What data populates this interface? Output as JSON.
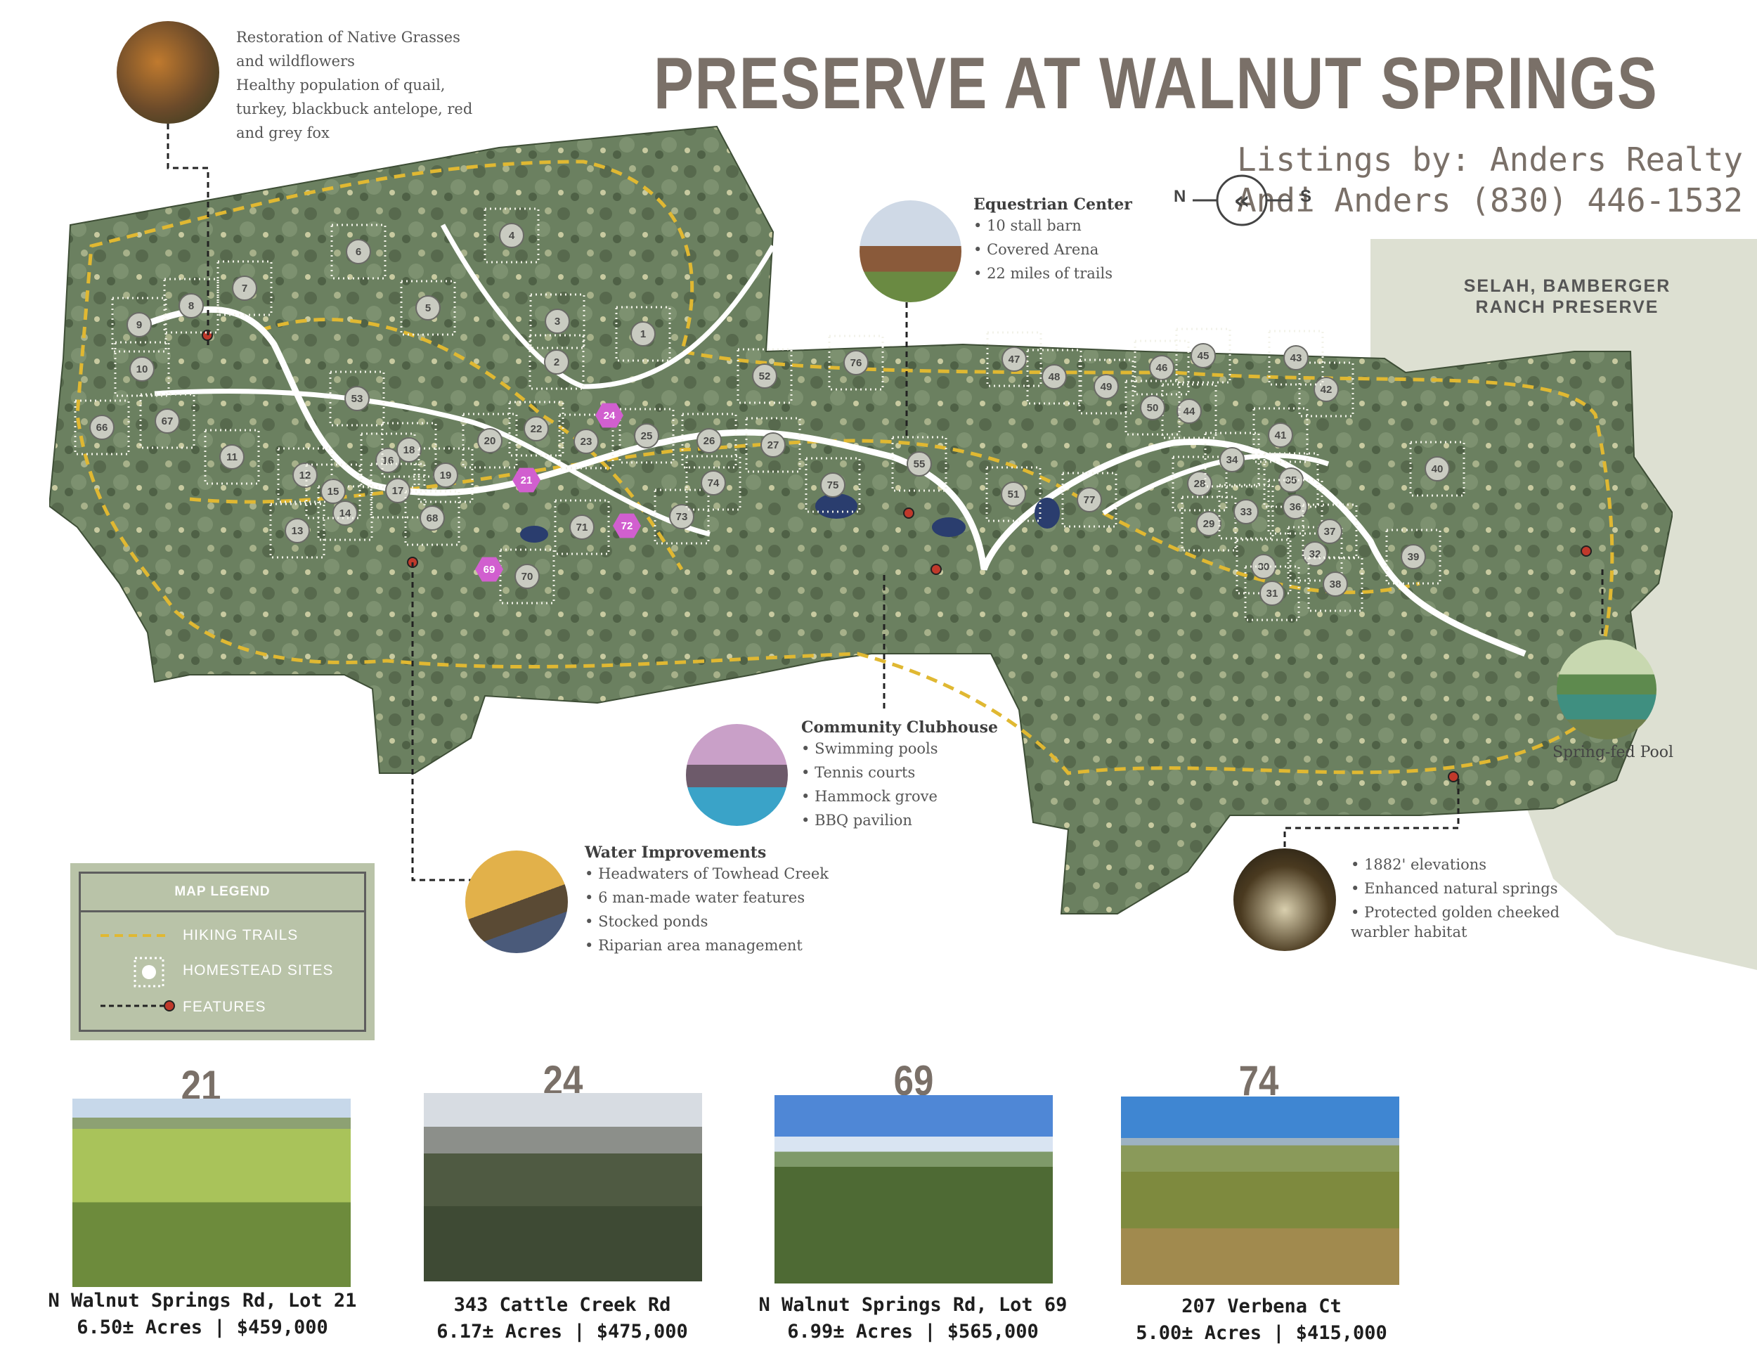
{
  "title": "PRESERVE AT WALNUT SPRINGS",
  "listing": {
    "line1": "Listings by: Anders Realty",
    "line2": "Andi Anders (830) 446-1532"
  },
  "compass": {
    "left": "N",
    "right": "S"
  },
  "neighbor_label": {
    "line1": "SELAH, BAMBERGER",
    "line2": "RANCH PRESERVE"
  },
  "wildlife": {
    "lines": [
      "Restoration of Native Grasses",
      "and wildflowers",
      "Healthy population of quail,",
      "turkey, blackbuck antelope, red",
      "and grey fox"
    ]
  },
  "equestrian": {
    "title": "Equestrian Center",
    "bullets": [
      "10 stall barn",
      "Covered Arena",
      "22 miles of trails"
    ]
  },
  "clubhouse": {
    "title": "Community Clubhouse",
    "bullets": [
      "Swimming pools",
      "Tennis courts",
      "Hammock grove",
      "BBQ pavilion"
    ]
  },
  "water": {
    "title": "Water Improvements",
    "bullets": [
      "Headwaters of Towhead Creek",
      "6 man-made water features",
      "Stocked ponds",
      "Riparian area management"
    ]
  },
  "springs": {
    "lines": [
      "1882' elevations",
      "Enhanced natural springs",
      "Protected golden cheeked",
      "warbler habitat"
    ]
  },
  "pool_label": "Spring-fed Pool",
  "legend": {
    "title": "MAP LEGEND",
    "items": [
      "HIKING TRAILS",
      "HOMESTEAD SITES",
      "FEATURES"
    ]
  },
  "homestead_numbers": [
    "1",
    "2",
    "3",
    "4",
    "5",
    "6",
    "7",
    "8",
    "9",
    "10",
    "11",
    "12",
    "13",
    "14",
    "15",
    "16",
    "17",
    "18",
    "19",
    "20",
    "22",
    "23",
    "25",
    "26",
    "27",
    "28",
    "29",
    "30",
    "31",
    "32",
    "33",
    "34",
    "35",
    "36",
    "37",
    "38",
    "39",
    "40",
    "41",
    "42",
    "43",
    "44",
    "45",
    "46",
    "47",
    "48",
    "49",
    "50",
    "51",
    "52",
    "53",
    "55",
    "66",
    "67",
    "68",
    "70",
    "71",
    "73",
    "74",
    "75",
    "76",
    "77"
  ],
  "highlighted_lots": [
    "24",
    "21",
    "72",
    "69"
  ],
  "lots": [
    {
      "number": "21",
      "address": "N Walnut Springs Rd, Lot 21",
      "details": "6.50± Acres | $459,000"
    },
    {
      "number": "24",
      "address": "343 Cattle Creek Rd",
      "details": "6.17± Acres | $475,000"
    },
    {
      "number": "69",
      "address": "N Walnut Springs Rd, Lot 69",
      "details": "6.99± Acres | $565,000"
    },
    {
      "number": "74",
      "address": "207 Verbena Ct",
      "details": "5.00± Acres | $415,000"
    }
  ],
  "colors": {
    "title": "#7a7068",
    "map_green": "#6f8464",
    "trail": "#e0b832",
    "highlight": "#d15fcf",
    "legend_bg": "#b9c3a8"
  }
}
